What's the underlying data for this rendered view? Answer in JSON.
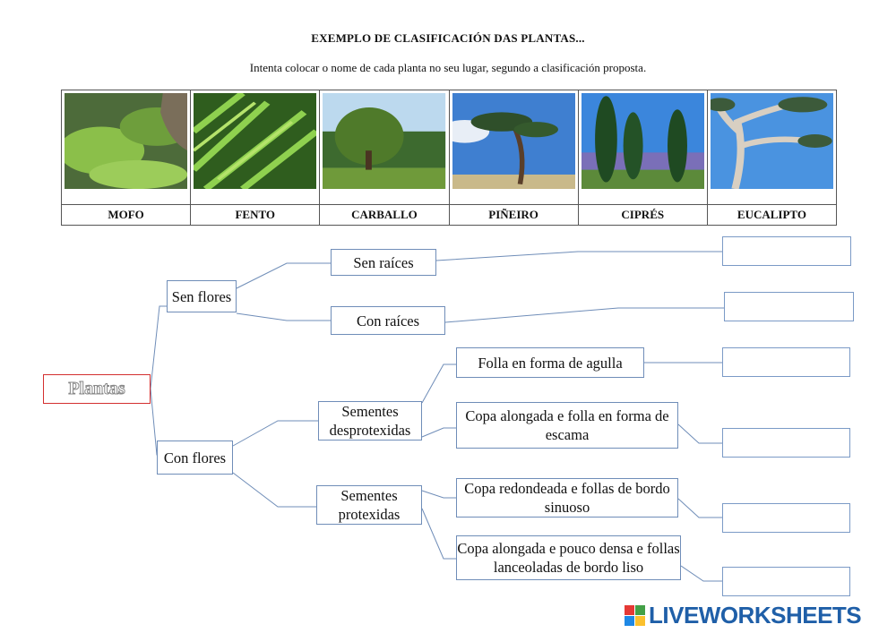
{
  "header": {
    "title": "EXEMPLO DE CLASIFICACIÓN DAS PLANTAS...",
    "subtitle": "Intenta colocar o nome de cada planta no seu lugar, segundo a clasificación proposta."
  },
  "plants": [
    {
      "name": "MOFO",
      "image": "moss-photo"
    },
    {
      "name": "FENTO",
      "image": "fern-photo"
    },
    {
      "name": "CARBALLO",
      "image": "oak-photo"
    },
    {
      "name": "PIÑEIRO",
      "image": "pine-photo"
    },
    {
      "name": "CIPRÉS",
      "image": "cypress-photo"
    },
    {
      "name": "EUCALIPTO",
      "image": "eucalyptus-photo"
    }
  ],
  "tree": {
    "root": "Plantas",
    "sen_flores": "Sen flores",
    "con_flores": "Con flores",
    "sen_raices": "Sen raíces",
    "con_raices": "Con raíces",
    "sementes_desprotexidas": "Sementes desprotexidas",
    "sementes_protexidas": "Sementes protexidas",
    "folla_agulla": "Folla en forma de agulla",
    "copa_alongada_escama": "Copa alongada e folla en forma de escama",
    "copa_redondeada": "Copa redondeada e follas de bordo sinuoso",
    "copa_alongada_lanceoladas": "Copa alongada e pouco densa e follas lanceoladas de bordo liso"
  },
  "brand": {
    "name": "LIVEWORKSHEETS",
    "colors": [
      "#e53935",
      "#43a047",
      "#1e88e5",
      "#fbc02d"
    ]
  }
}
